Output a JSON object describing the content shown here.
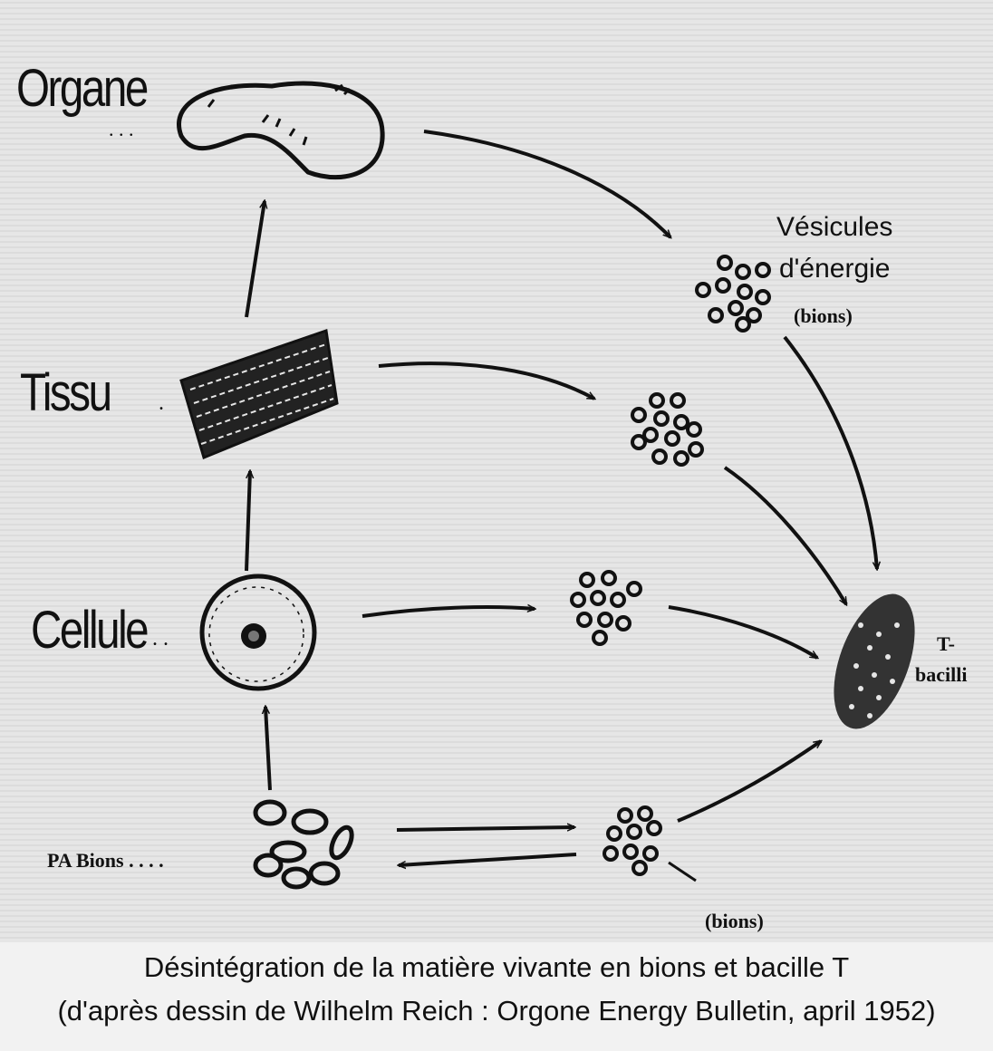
{
  "labels": {
    "organ": "Organe",
    "tissue": "Tissu",
    "cell": "Cellule",
    "pa_bions": "PA Bions",
    "energy_vesicles_line1": "Vésicules",
    "energy_vesicles_line2": "d'énergie",
    "bions_upper": "(bions)",
    "bions_lower": "(bions)",
    "t_bacilli_line1": "T-",
    "t_bacilli_line2": "bacilli"
  },
  "caption": {
    "line1": "Désintégration de la matière vivante en bions et bacille T",
    "line2": "(d'après dessin de Wilhelm Reich : Orgone Energy Bulletin, april 1952)"
  },
  "colors": {
    "background": "#e6e6e6",
    "ink": "#111111"
  }
}
